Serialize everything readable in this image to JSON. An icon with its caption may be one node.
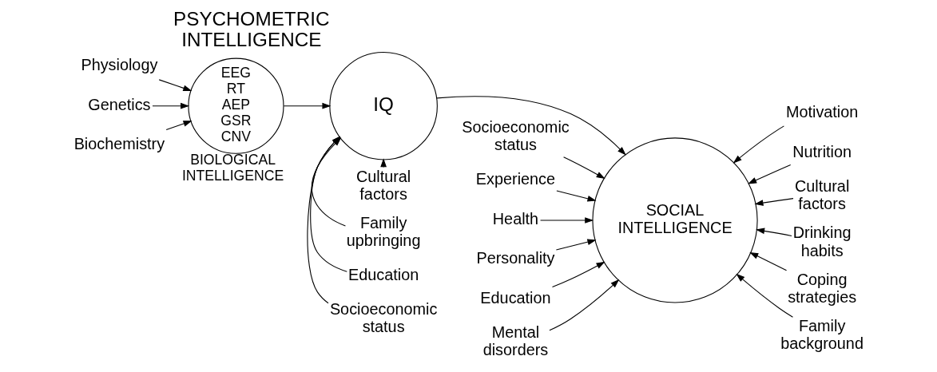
{
  "diagram": {
    "nodes": [
      {
        "text": [
          "Physiology"
        ]
      },
      {
        "text": [
          "Genetics"
        ]
      },
      {
        "text": [
          "Biochemistry"
        ]
      },
      {
        "text": [
          "EEG",
          "RT",
          "AEP",
          "GSR",
          "CNV"
        ],
        "beside": [
          "BIOLOGICAL INTELLIGENCE"
        ]
      },
      {
        "text": [
          "Cultural factors"
        ]
      },
      {
        "text": [
          "Family upbringing"
        ]
      },
      {
        "text": [
          "IQ"
        ],
        "beside": [
          "PSYCHOMETRIC INTELLIGENCE"
        ]
      },
      {
        "text": [
          "Education"
        ]
      },
      {
        "text": [
          "Socioeconomic status"
        ]
      },
      {
        "text": [
          "Socioeconomic status"
        ]
      },
      {
        "text": [
          "Motivation"
        ]
      },
      {
        "text": [
          "Experience"
        ]
      },
      {
        "text": [
          "Nutrition"
        ]
      },
      {
        "text": [
          "Health"
        ]
      },
      {
        "text": [
          "Cultural factors"
        ]
      },
      {
        "text": [
          "SOCIAL INTELLIGENCE"
        ]
      },
      {
        "text": [
          "Drinking habits"
        ]
      },
      {
        "text": [
          "Personality"
        ]
      },
      {
        "text": [
          "Coping strategies"
        ]
      },
      {
        "text": [
          "Education"
        ]
      },
      {
        "text": [
          "Mental disorders"
        ]
      },
      {
        "text": [
          "Family background"
        ]
      }
    ],
    "edges": [
      {
        "from": 0,
        "to": 3,
        "arrow": "to"
      },
      {
        "from": 1,
        "to": 3,
        "arrow": "to"
      },
      {
        "from": 2,
        "to": 3,
        "arrow": "to"
      },
      {
        "from": 3,
        "to": 6,
        "arrow": "to"
      },
      {
        "from": 4,
        "to": 6,
        "arrow": "to"
      },
      {
        "from": 5,
        "to": 6,
        "arrow": "to"
      },
      {
        "from": 7,
        "to": 6,
        "arrow": "to"
      },
      {
        "from": 8,
        "to": 6,
        "arrow": "to"
      },
      {
        "from": 6,
        "to": 15,
        "arrow": "to"
      },
      {
        "from": 9,
        "to": 15,
        "arrow": "to"
      },
      {
        "from": 10,
        "to": 15,
        "arrow": "to"
      },
      {
        "from": 11,
        "to": 15,
        "arrow": "to"
      },
      {
        "from": 12,
        "to": 15,
        "arrow": "to"
      },
      {
        "from": 13,
        "to": 15,
        "arrow": "to"
      },
      {
        "from": 14,
        "to": 15,
        "arrow": "to"
      },
      {
        "from": 16,
        "to": 15,
        "arrow": "to"
      },
      {
        "from": 17,
        "to": 15,
        "arrow": "to"
      },
      {
        "from": 18,
        "to": 15,
        "arrow": "to"
      },
      {
        "from": 19,
        "to": 15,
        "arrow": "to"
      },
      {
        "from": 20,
        "to": 15,
        "arrow": "to"
      },
      {
        "from": 21,
        "to": 15,
        "arrow": "to"
      }
    ]
  }
}
